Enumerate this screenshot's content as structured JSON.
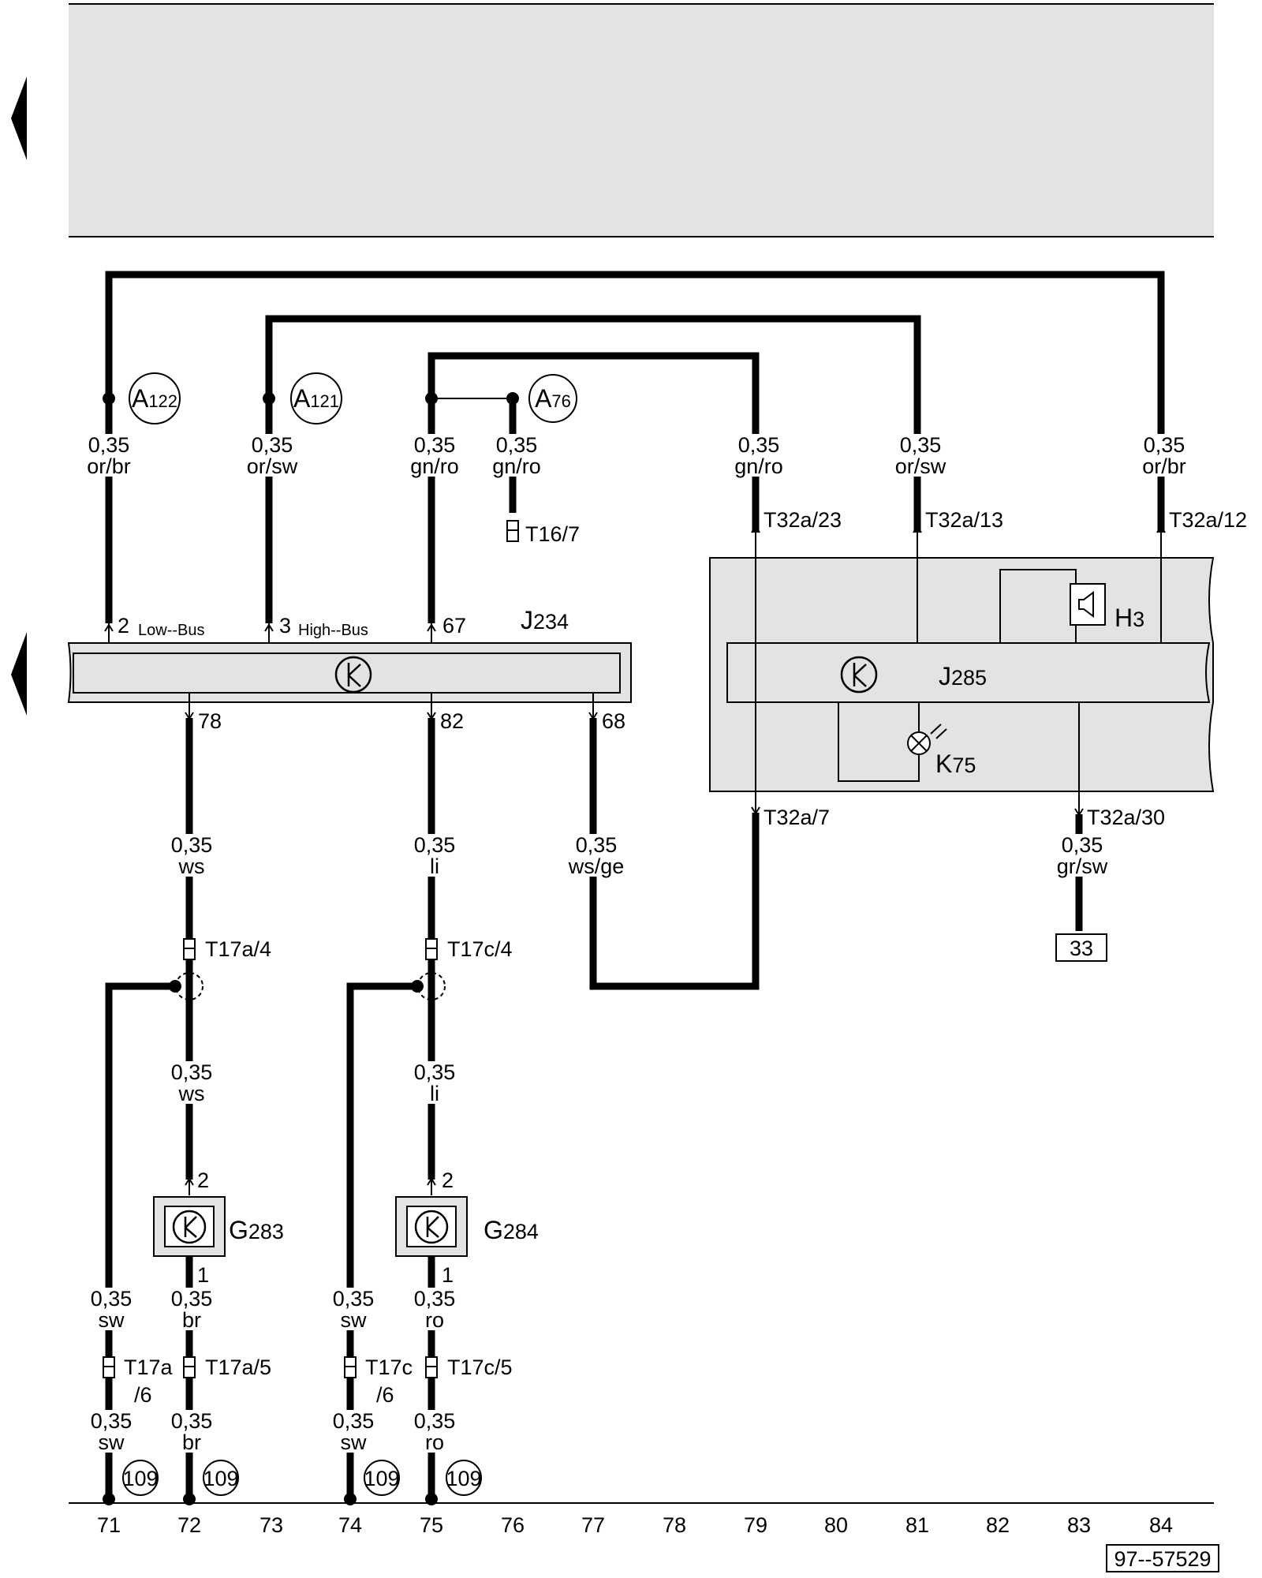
{
  "header_band": {
    "fill": "#e3e3e3",
    "marker_color": "#000000"
  },
  "ground_refs": {
    "A122": [
      "A",
      "122"
    ],
    "A121": [
      "A",
      "121"
    ],
    "A76": [
      "A",
      "76"
    ]
  },
  "wires": {
    "w1": [
      "0,35",
      "or/br"
    ],
    "w2": [
      "0,35",
      "or/sw"
    ],
    "w3": [
      "0,35",
      "gn/ro"
    ],
    "w4": [
      "0,35",
      "gn/ro"
    ],
    "w5": [
      "0,35",
      "gn/ro"
    ],
    "w6": [
      "0,35",
      "or/sw"
    ],
    "w7": [
      "0,35",
      "or/br"
    ],
    "w8": [
      "0,35",
      "ws"
    ],
    "w9": [
      "0,35",
      "li"
    ],
    "w10": [
      "0,35",
      "ws/ge"
    ],
    "w11": [
      "0,35",
      "gr/sw"
    ],
    "w12": [
      "0,35",
      "ws"
    ],
    "w13": [
      "0,35",
      "li"
    ],
    "w14": [
      "0,35",
      "sw"
    ],
    "w15": [
      "0,35",
      "br"
    ],
    "w16": [
      "0,35",
      "sw"
    ],
    "w17": [
      "0,35",
      "ro"
    ],
    "w18": [
      "0,35",
      "sw"
    ],
    "w19": [
      "0,35",
      "br"
    ],
    "w20": [
      "0,35",
      "sw"
    ],
    "w21": [
      "0,35",
      "ro"
    ]
  },
  "connectors": {
    "t16_7": "T16/7",
    "t32a_23": "T32a/23",
    "t32a_13": "T32a/13",
    "t32a_12": "T32a/12",
    "t32a_7": "T32a/7",
    "t32a_30": "T32a/30",
    "t17a_4": "T17a/4",
    "t17c_4": "T17c/4",
    "t17a_5": "T17a/5",
    "t17c_5": "T17c/5",
    "t17a_6": [
      "T17a",
      "/6"
    ],
    "t17c_6": [
      "T17c",
      "/6"
    ]
  },
  "j234": {
    "name": [
      "J",
      "234"
    ],
    "fill": "#e3e3e3",
    "pins": {
      "p2": "2",
      "p2_label": "Low--Bus",
      "p3": "3",
      "p3_label": "High--Bus",
      "p67": "67",
      "p78": "78",
      "p82": "82",
      "p68": "68"
    }
  },
  "j285": {
    "name": [
      "J",
      "285"
    ],
    "fill": "#e3e3e3",
    "h3": [
      "H",
      "3"
    ],
    "k75": [
      "K",
      "75"
    ]
  },
  "sensors": {
    "g283": {
      "name": [
        "G",
        "283"
      ],
      "pin_top": "2",
      "pin_bottom": "1"
    },
    "g284": {
      "name": [
        "G",
        "284"
      ],
      "pin_top": "2",
      "pin_bottom": "1"
    }
  },
  "ref_33": "33",
  "bottom_refs": [
    "109",
    "109",
    "109",
    "109"
  ],
  "track_numbers": [
    "71",
    "72",
    "73",
    "74",
    "75",
    "76",
    "77",
    "78",
    "79",
    "80",
    "81",
    "82",
    "83",
    "84"
  ],
  "figure_id": "97--57529"
}
